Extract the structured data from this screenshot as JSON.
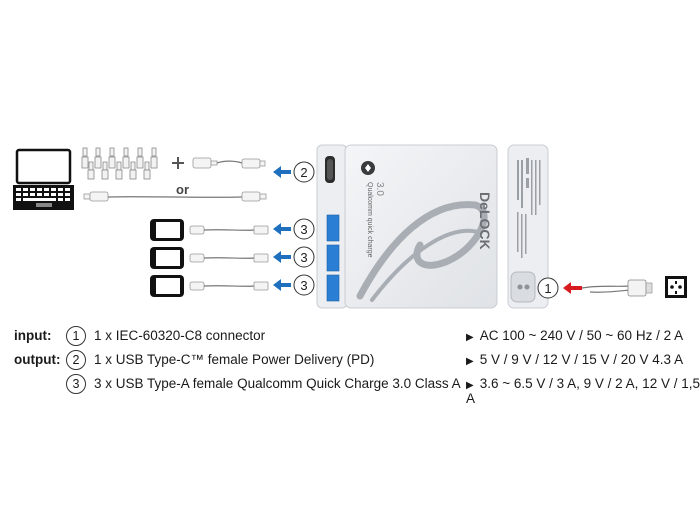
{
  "device": {
    "brand": "DeLOCK",
    "qc_text": "Qualcomm quick charge",
    "qc_version": "3.0"
  },
  "callouts": [
    "2",
    "3",
    "3",
    "3",
    "1"
  ],
  "or_label": "or",
  "specs": [
    {
      "label": "input:",
      "num": "1",
      "desc": "1 x IEC-60320-C8 connector",
      "value": "AC 100 ~ 240 V / 50 ~ 60 Hz / 2 A"
    },
    {
      "label": "output:",
      "num": "2",
      "desc": "1 x USB Type-C™ female Power Delivery (PD)",
      "value": "5 V / 9 V / 12 V / 15 V / 20 V 4.3 A"
    },
    {
      "label": "",
      "num": "3",
      "desc": "3 x USB Type-A female Qualcomm Quick Charge 3.0 Class A",
      "value": "3.6 ~ 6.5 V / 3 A, 9 V / 2 A, 12 V / 1,5 A"
    }
  ],
  "colors": {
    "arrow_blue": "#1f6fbf",
    "arrow_red": "#d71920",
    "port_blue": "#2a7fd4",
    "device_body": "#e9ebee",
    "swirl": "#a9aeb4"
  }
}
